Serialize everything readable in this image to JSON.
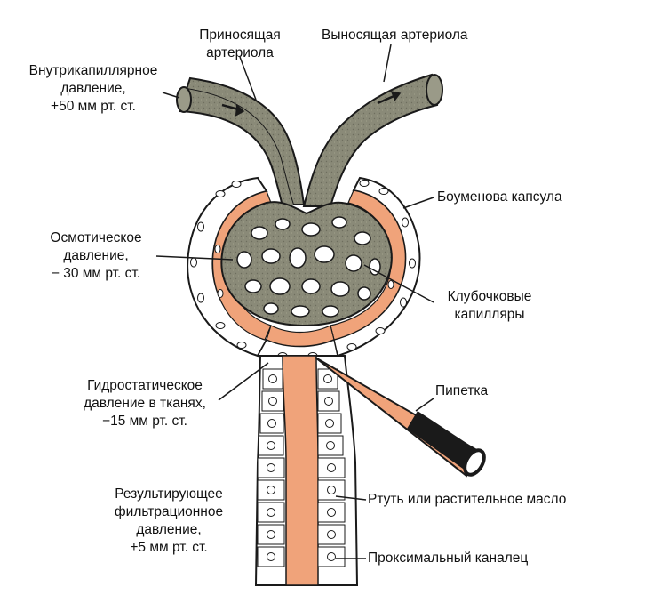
{
  "labels": {
    "intracapillary": [
      "Внутрикапиллярное",
      "давление,",
      "+50 мм рт. ст."
    ],
    "afferent": [
      "Приносящая",
      "артериола"
    ],
    "efferent": "Выносящая артериола",
    "bowman": "Боуменова капсула",
    "osmotic": [
      "Осмотическое",
      "давление,",
      "− 30 мм рт. ст."
    ],
    "glomerular": [
      "Клубочковые",
      "капилляры"
    ],
    "hydrostatic": [
      "Гидростатическое",
      "давление в тканях,",
      "−15 мм рт. ст."
    ],
    "pipette": "Пипетка",
    "mercury": "Ртуть или растительное масло",
    "net": [
      "Результирующее",
      "фильтрационное",
      "давление,",
      "+5 мм рт. ст."
    ],
    "tubule": "Проксимальный каналец"
  },
  "colors": {
    "vessel": "#8a8a78",
    "capsule_space": "#f0a37a",
    "wall": "#ffffff",
    "outline": "#1a1a1a"
  }
}
